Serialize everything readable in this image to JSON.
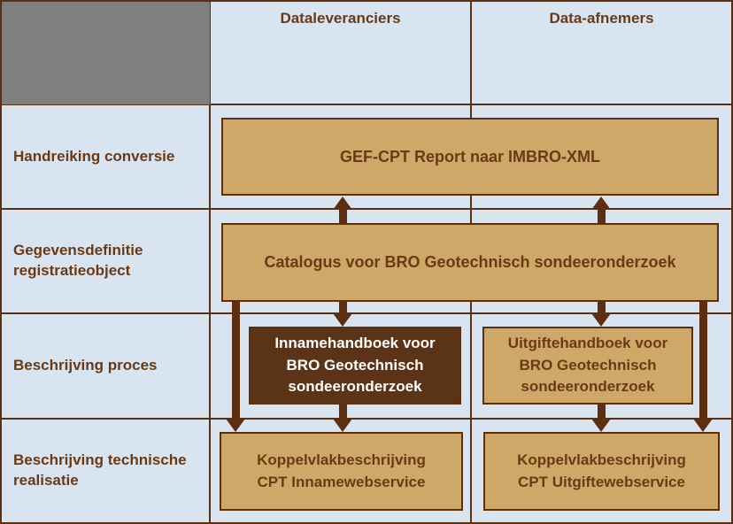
{
  "header": {
    "col1": "Dataleveranciers",
    "col2": "Data-afnemers"
  },
  "rows": [
    {
      "line1": "Handreiking conversie"
    },
    {
      "line1": "Gegevensdefinitie",
      "line2": "registratieobject"
    },
    {
      "line1": "Beschrijving proces"
    },
    {
      "line1": "Beschrijving technische",
      "line2": "realisatie"
    }
  ],
  "boxes": {
    "gef": {
      "line1": "GEF-CPT Report naar IMBRO-XML"
    },
    "catalogus": {
      "line1": "Catalogus voor BRO Geotechnisch sondeeronderzoek"
    },
    "innamehandboek": {
      "line1": "Innamehandboek voor",
      "line2": "BRO Geotechnisch",
      "line3": "sondeeronderzoek"
    },
    "uitgiftehandboek": {
      "line1": "Uitgiftehandboek voor",
      "line2": "BRO Geotechnisch",
      "line3": "sondeeronderzoek"
    },
    "koppelvlak_inname": {
      "line1": "Koppelvlakbeschrijving",
      "line2": "CPT Innamewebservice"
    },
    "koppelvlak_uitgifte": {
      "line1": "Koppelvlakbeschrijving",
      "line2": "CPT Uitgiftewebservice"
    }
  },
  "colors": {
    "background": "#d8e4f0",
    "corner_gray": "#7f7f7f",
    "box_tan": "#cda868",
    "box_dark_brown": "#5b3316",
    "line_brown": "#5b2f10",
    "text_brown": "#6b3a14",
    "text_white": "#ffffff"
  }
}
